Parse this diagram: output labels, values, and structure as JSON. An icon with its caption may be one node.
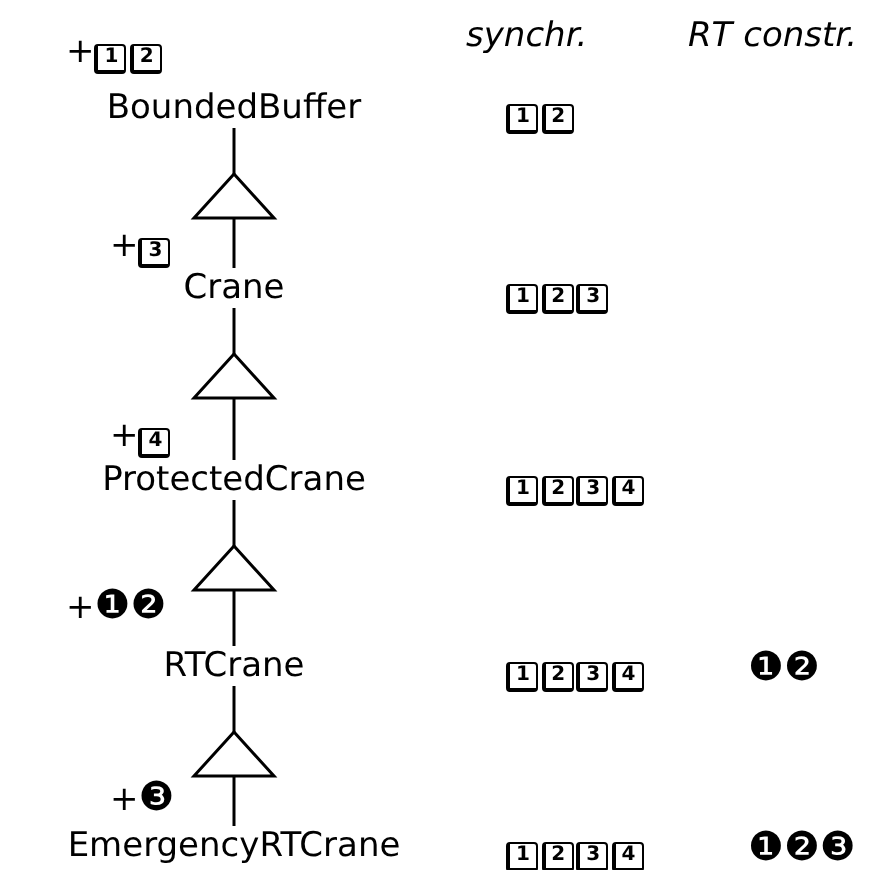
{
  "diagram": {
    "nodes": [
      {
        "text": [
          "BoundedBuffer"
        ],
        "beside": [
          "+1 2"
        ]
      },
      {
        "text": [
          "Crane"
        ],
        "beside": [
          "+3"
        ]
      },
      {
        "text": [
          "ProtectedCrane"
        ],
        "beside": [
          "+4"
        ]
      },
      {
        "text": [
          "RTCrane"
        ],
        "beside": [
          "+❶❷"
        ]
      },
      {
        "text": [
          "EmergencyRTCrane"
        ],
        "beside": [
          "+❸"
        ]
      }
    ],
    "edges": [
      {
        "from": 1,
        "to": 0,
        "arrow": "to"
      },
      {
        "from": 2,
        "to": 1,
        "arrow": "to"
      },
      {
        "from": 3,
        "to": 2,
        "arrow": "to"
      },
      {
        "from": 4,
        "to": 3,
        "arrow": "to"
      }
    ],
    "labels": [
      "synchr.",
      "RT constr.",
      "1 2",
      "1 2 3",
      "1 2 3 4",
      "1 2 3 4",
      "❶❷",
      "1 2 3 4",
      "❶❷❸"
    ]
  }
}
